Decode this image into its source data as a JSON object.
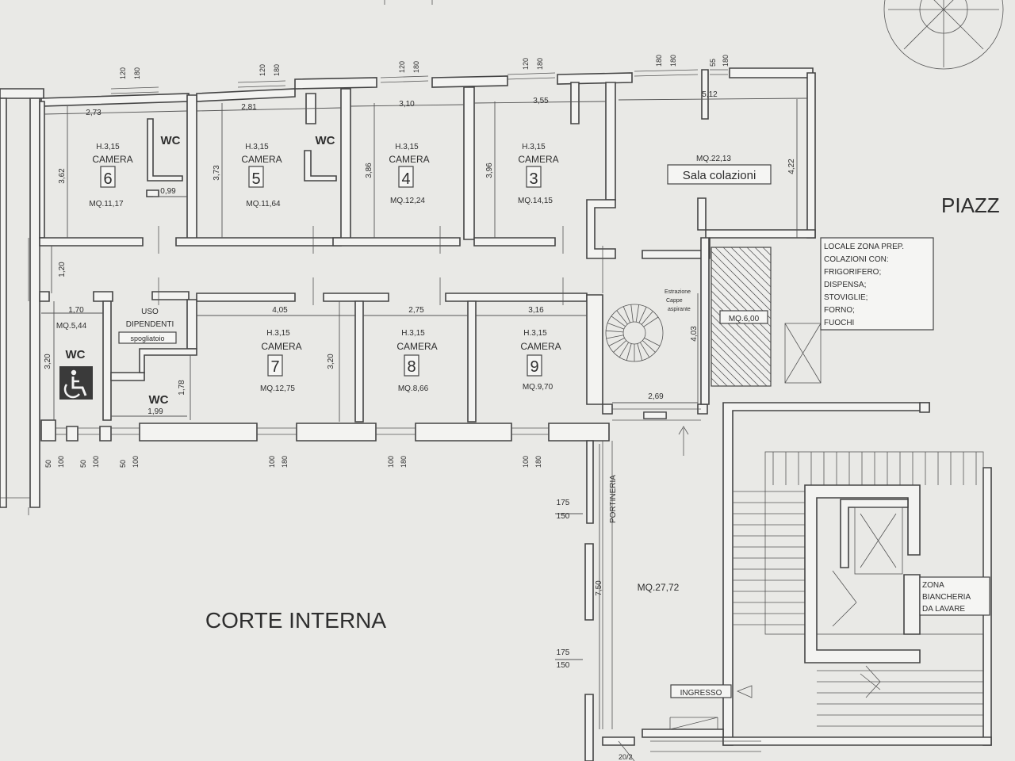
{
  "colors": {
    "paper": "#e9e9e6",
    "line": "#444444",
    "text": "#2e2e2e",
    "accessible_sign": "#3a3a3a"
  },
  "rooms": {
    "r6": {
      "height": "H.3,15",
      "type": "CAMERA",
      "number": "6",
      "area": "MQ.11,17"
    },
    "r5": {
      "height": "H.3,15",
      "type": "CAMERA",
      "number": "5",
      "area": "MQ.11,64"
    },
    "r4": {
      "height": "H.3,15",
      "type": "CAMERA",
      "number": "4",
      "area": "MQ.12,24"
    },
    "r3": {
      "height": "H.3,15",
      "type": "CAMERA",
      "number": "3",
      "area": "MQ.14,15"
    },
    "r7": {
      "height": "H.3,15",
      "type": "CAMERA",
      "number": "7",
      "area": "MQ.12,75"
    },
    "r8": {
      "height": "H.3,15",
      "type": "CAMERA",
      "number": "8",
      "area": "MQ.8,66"
    },
    "r9": {
      "height": "H.3,15",
      "type": "CAMERA",
      "number": "9",
      "area": "MQ.9,70"
    }
  },
  "wc": {
    "wc6": "WC",
    "wc5": "WC",
    "wc_accessible": "WC",
    "wc_staff": "WC"
  },
  "areas": {
    "accessible_area": "MQ.5,44",
    "staff_line1": "USO",
    "staff_line2": "DIPENDENTI",
    "staff_line3": "spogliatoio",
    "breakfast_area": "MQ.22,13",
    "breakfast_name": "Sala colazioni",
    "prep_area": "MQ.6,00",
    "prep_notes": [
      "LOCALE ZONA PREP.",
      "COLAZIONI CON:",
      "FRIGORIFERO;",
      "DISPENSA;",
      "STOVIGLIE;",
      "FORNO;",
      "FUOCHI"
    ],
    "extractor_notes": [
      "Estrazione",
      "Cappe",
      "aspirante"
    ],
    "lobby_area": "MQ.27,72",
    "portineria": "PORTINERIA",
    "ingresso": "INGRESSO",
    "linen_notes": [
      "ZONA",
      "BIANCHERIA",
      "DA LAVARE"
    ],
    "courtyard": "CORTE INTERNA",
    "square": "PIAZZ"
  },
  "dimensions": {
    "w6": "2,73",
    "w5": "2,81",
    "w4": "3,10",
    "w3": "3,55",
    "wb": "5,12",
    "h6": "3,62",
    "h5": "3,73",
    "h4": "3,86",
    "h3": "3,96",
    "hb": "4,22",
    "wc_w": "0,99",
    "corr": "1,20",
    "acc_w": "1,70",
    "acc_h": "3,20",
    "w7": "4,05",
    "w8": "2,75",
    "w9": "3,16",
    "h7": "3,20",
    "wcs_w": "1,99",
    "wcs_h": "1,78",
    "ext_h": "4,03",
    "ent_w": "2,69",
    "lobby_h": "7,50",
    "top_openings": [
      {
        "a": "120",
        "b": "180"
      },
      {
        "a": "120",
        "b": "180"
      },
      {
        "a": "120",
        "b": "180"
      },
      {
        "a": "120",
        "b": "180"
      },
      {
        "a": "180",
        "b": "180"
      },
      {
        "a": "55",
        "b": "180"
      }
    ],
    "bottom_openings": [
      {
        "a": "50",
        "b": "100"
      },
      {
        "a": "50",
        "b": "100"
      },
      {
        "a": "50",
        "b": "100"
      },
      {
        "a": "100",
        "b": "180"
      },
      {
        "a": "100",
        "b": "180"
      },
      {
        "a": "100",
        "b": "180"
      }
    ],
    "lobby_win1": {
      "a": "175",
      "b": "150"
    },
    "lobby_win2": {
      "a": "175",
      "b": "150"
    },
    "bottom_cut": "20/2"
  }
}
